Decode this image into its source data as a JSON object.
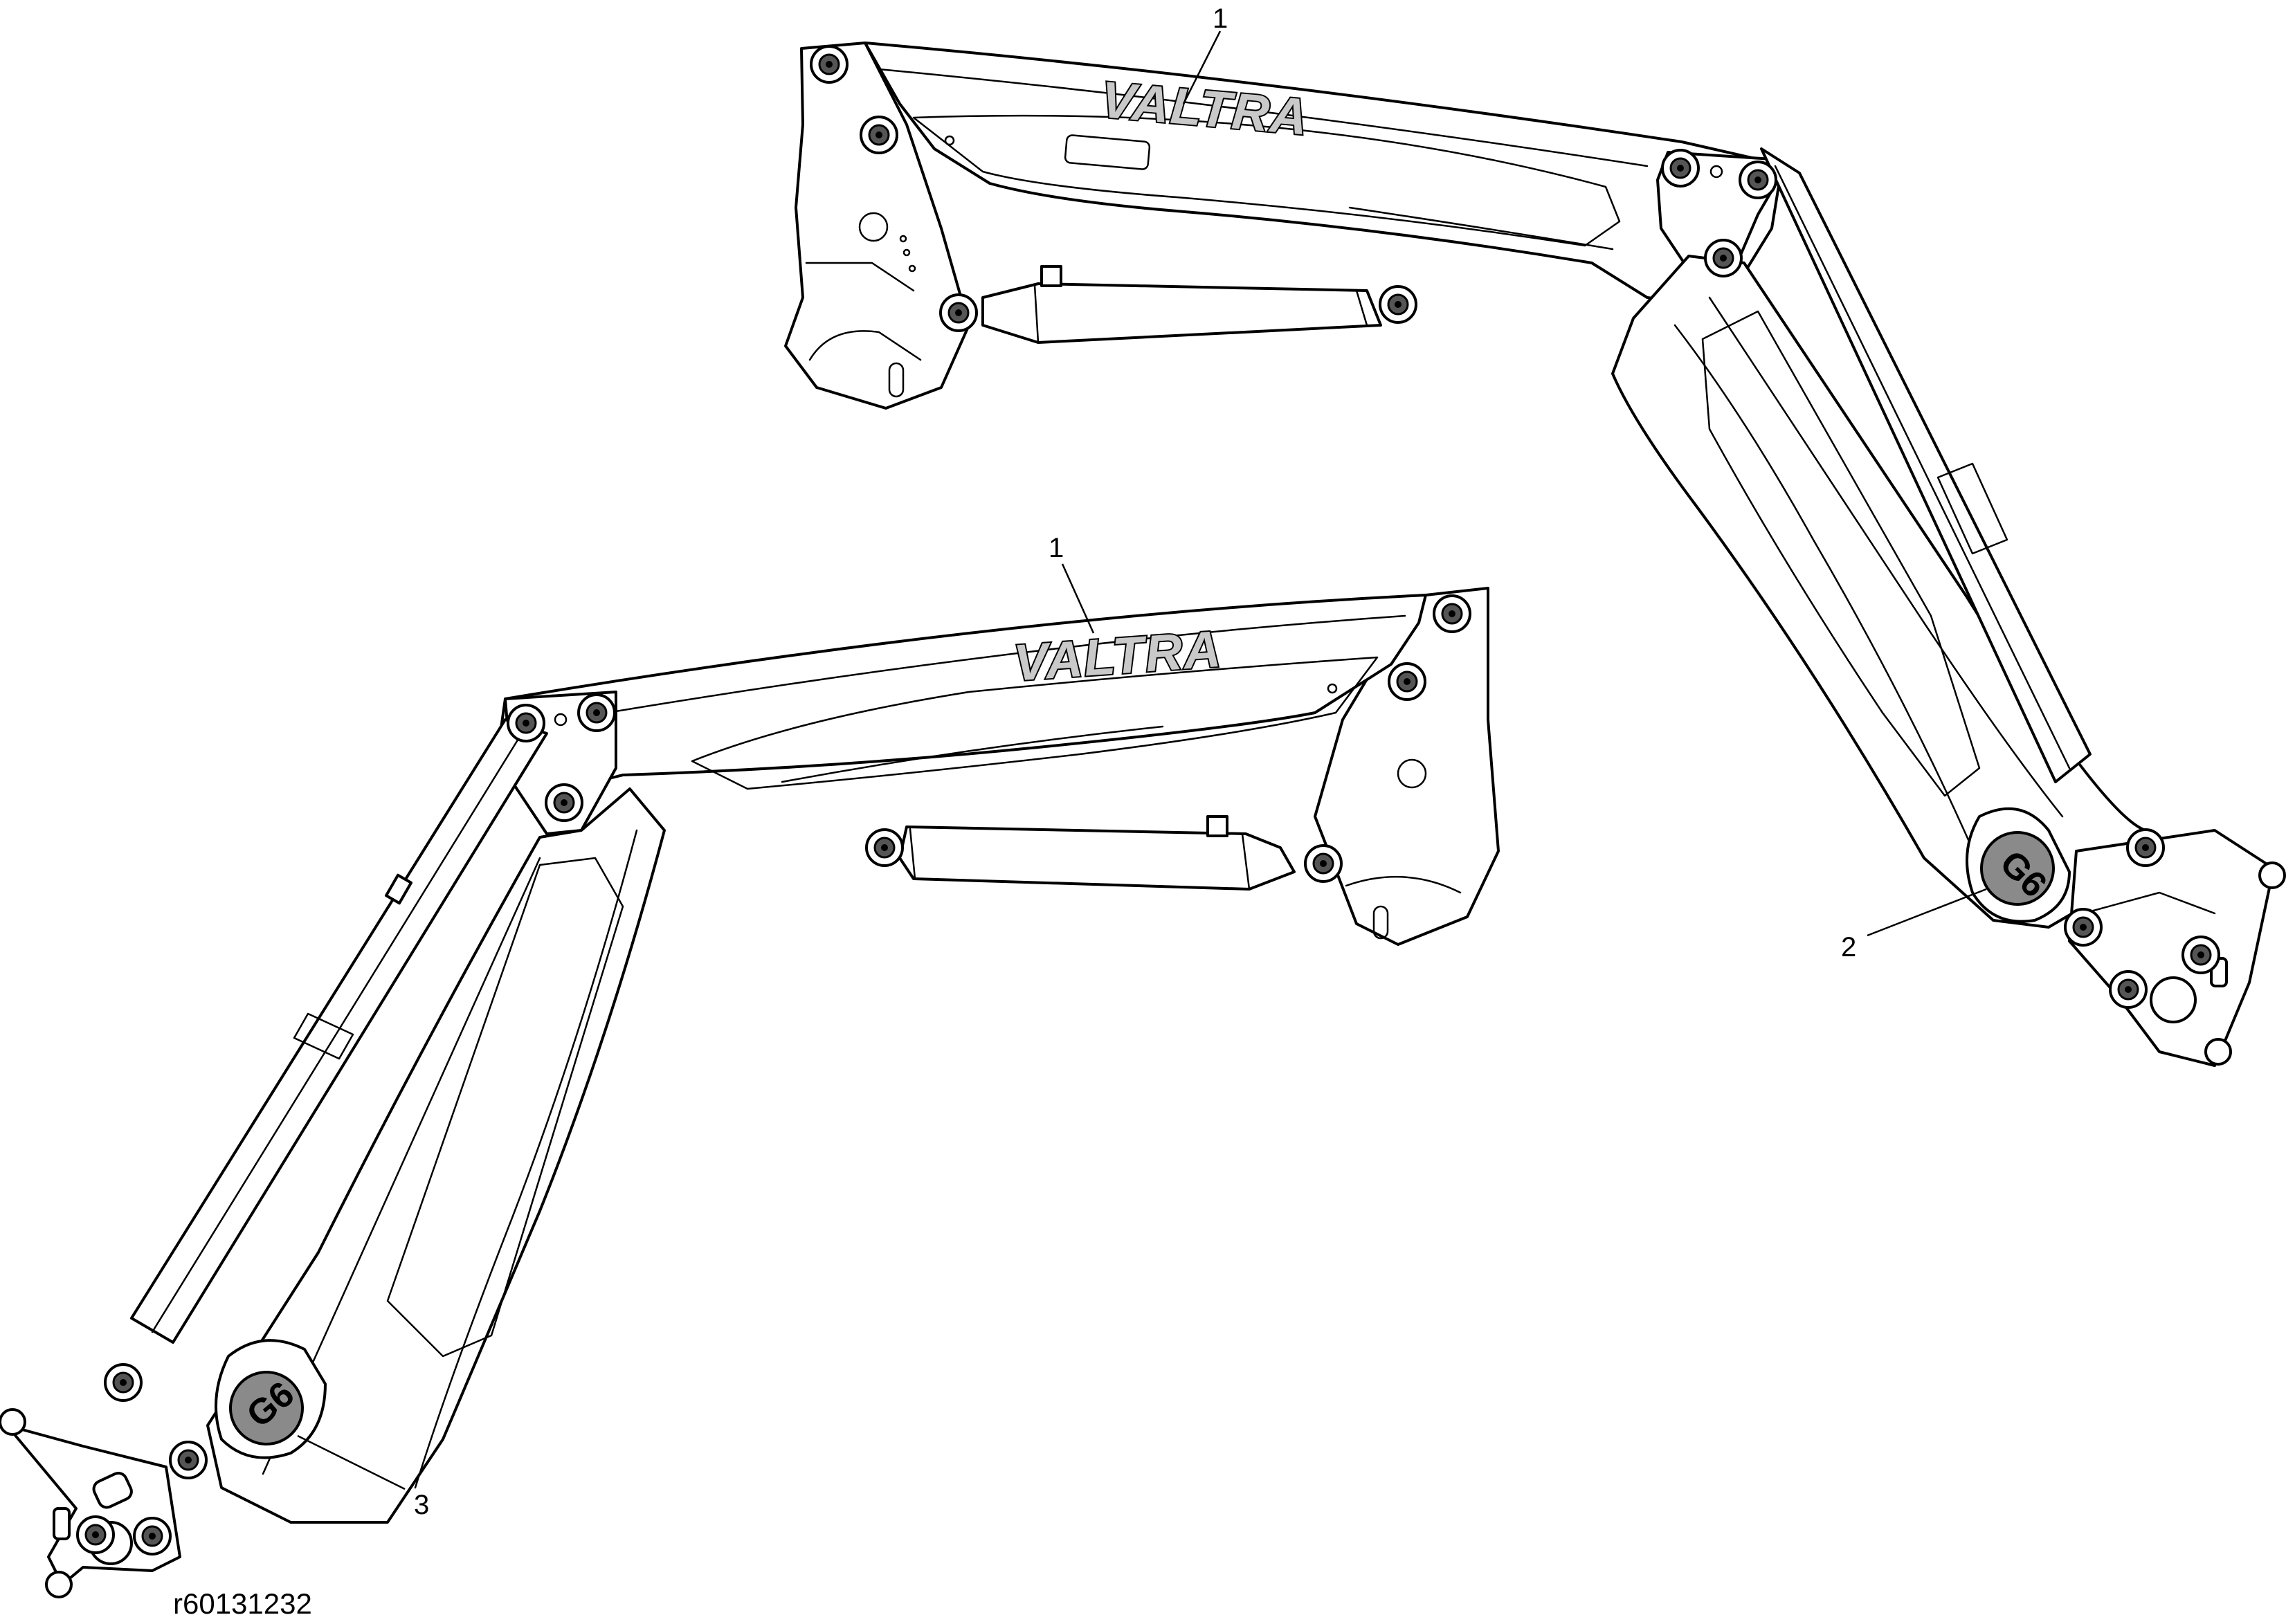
{
  "callouts": [
    {
      "id": "1a",
      "label": "1"
    },
    {
      "id": "1b",
      "label": "1"
    },
    {
      "id": "2",
      "label": "2"
    },
    {
      "id": "3",
      "label": "3"
    }
  ],
  "decals": {
    "brand": "VALTRA",
    "model": "G6"
  },
  "reference_code": "r60131232",
  "icons": [
    "pivot-pin-icon",
    "grease-nipple-icon"
  ]
}
